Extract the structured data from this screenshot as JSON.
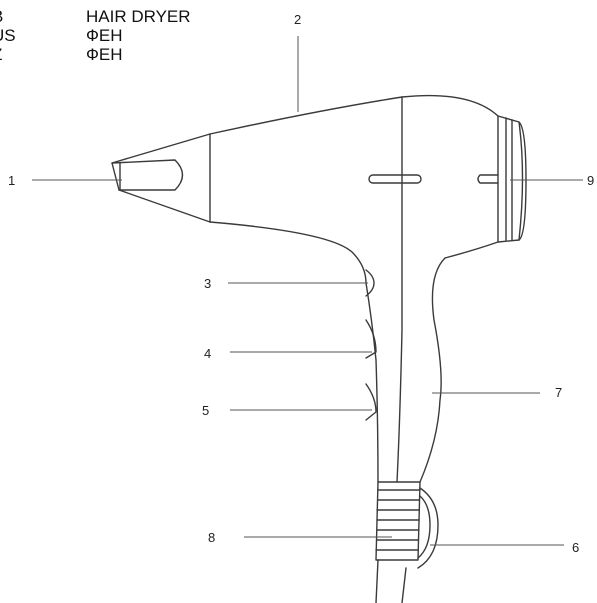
{
  "header": {
    "rows": [
      {
        "code": "B",
        "name": "HAIR DRYER"
      },
      {
        "code": "US",
        "name": "ФЕН"
      },
      {
        "code": "Z",
        "name": "ФЕН"
      }
    ]
  },
  "callouts": {
    "c1": "1",
    "c2": "2",
    "c3": "3",
    "c4": "4",
    "c5": "5",
    "c6": "6",
    "c7": "7",
    "c8": "8",
    "c9": "9"
  }
}
